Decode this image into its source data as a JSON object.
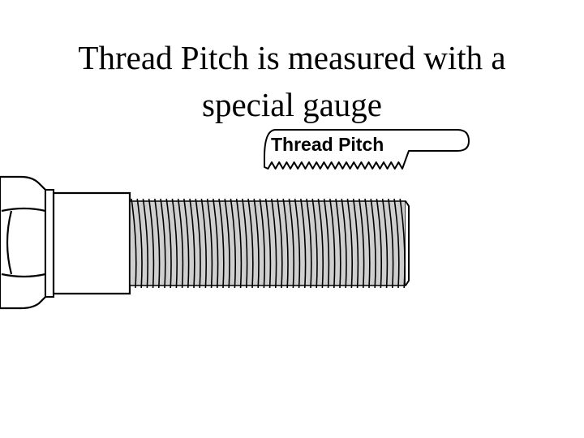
{
  "slide": {
    "title_line1": "Thread Pitch is measured with a",
    "title_line2": "special gauge"
  },
  "diagram": {
    "gauge_label": "Thread Pitch",
    "colors": {
      "ink": "#000000",
      "background": "#ffffff",
      "thread_shade": "#cfcfcf"
    },
    "icons": [
      "thread-pitch-gauge-icon",
      "hex-bolt-icon"
    ]
  }
}
